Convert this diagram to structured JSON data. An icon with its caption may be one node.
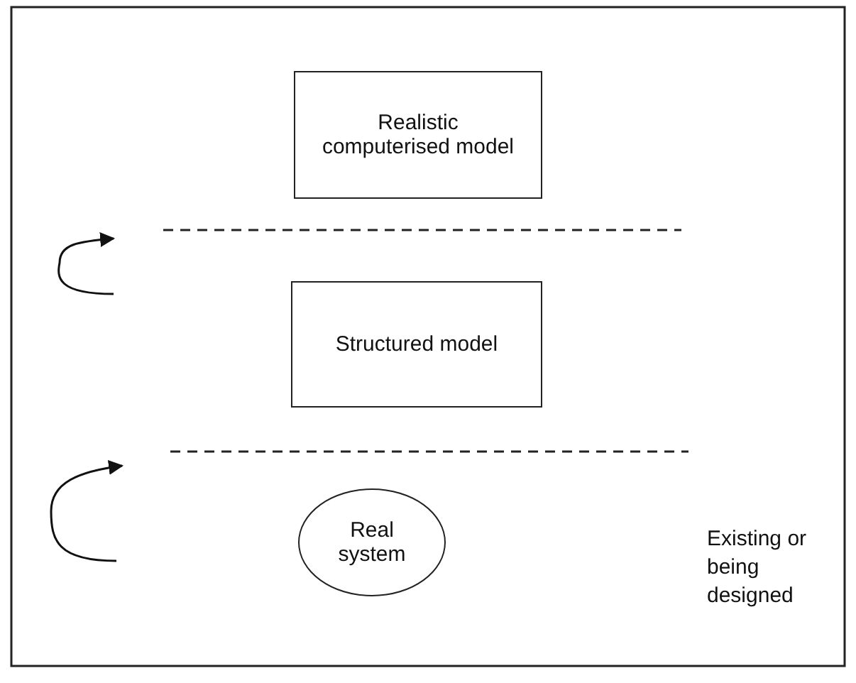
{
  "diagram": {
    "nodes": [
      {
        "text": [
          "Realistic computerised model"
        ]
      },
      {
        "text": [
          "Structured model"
        ]
      },
      {
        "text": [
          "Real system"
        ]
      }
    ],
    "labels": [
      "Existing or being designed"
    ]
  }
}
